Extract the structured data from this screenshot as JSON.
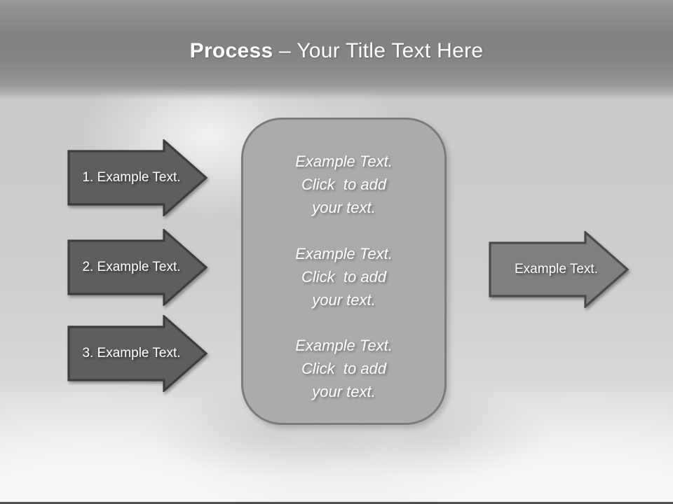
{
  "title": {
    "bold": "Process",
    "rest": " – Your Title Text Here"
  },
  "left_arrows": [
    {
      "label": "1. Example Text."
    },
    {
      "label": "2. Example Text."
    },
    {
      "label": "3. Example Text."
    }
  ],
  "right_arrow": {
    "label": "Example Text."
  },
  "center_panel": {
    "blocks": [
      {
        "text": "Example Text.\nClick  to add\nyour text."
      },
      {
        "text": "Example Text.\nClick  to add\nyour text."
      },
      {
        "text": "Example Text.\nClick  to add\nyour text."
      }
    ]
  },
  "colors": {
    "left_arrow_fill": "#5e5e5e",
    "left_arrow_border": "#3d3d3d",
    "right_arrow_fill": "#7f7f7f",
    "right_arrow_border": "#4a4a4a",
    "panel_fill": "#ababab",
    "panel_border": "#7b7b7b",
    "title_color": "#ffffff",
    "label_color": "#ffffff",
    "page_bg": "#cdcdcd",
    "bottom_edge": "#4f4f4f"
  }
}
